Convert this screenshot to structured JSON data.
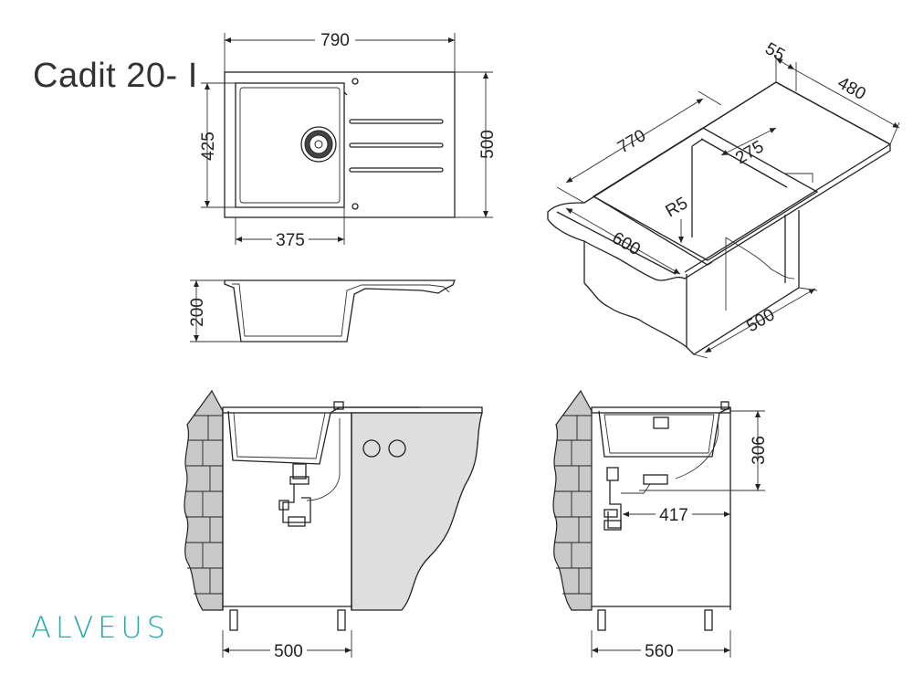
{
  "title": "Cadit 20- I",
  "brand": "ALVEUS",
  "colors": {
    "brand": "#1fa9a8",
    "line": "#222222",
    "wall": "#c9c9c9",
    "cabinet": "#dedede"
  },
  "dimensions": {
    "top_width": "790",
    "top_depth": "500",
    "bowl_depth": "425",
    "bowl_width": "375",
    "height": "200",
    "iso_length": "770",
    "iso_edge": "55",
    "iso_depth": "480",
    "iso_bowl": "275",
    "iso_radius": "R5",
    "iso_cabinet": "600",
    "iso_cabinet_depth": "500",
    "front_cabinet": "500",
    "side_install_height": "306",
    "side_drain": "417",
    "side_cabinet": "560"
  }
}
